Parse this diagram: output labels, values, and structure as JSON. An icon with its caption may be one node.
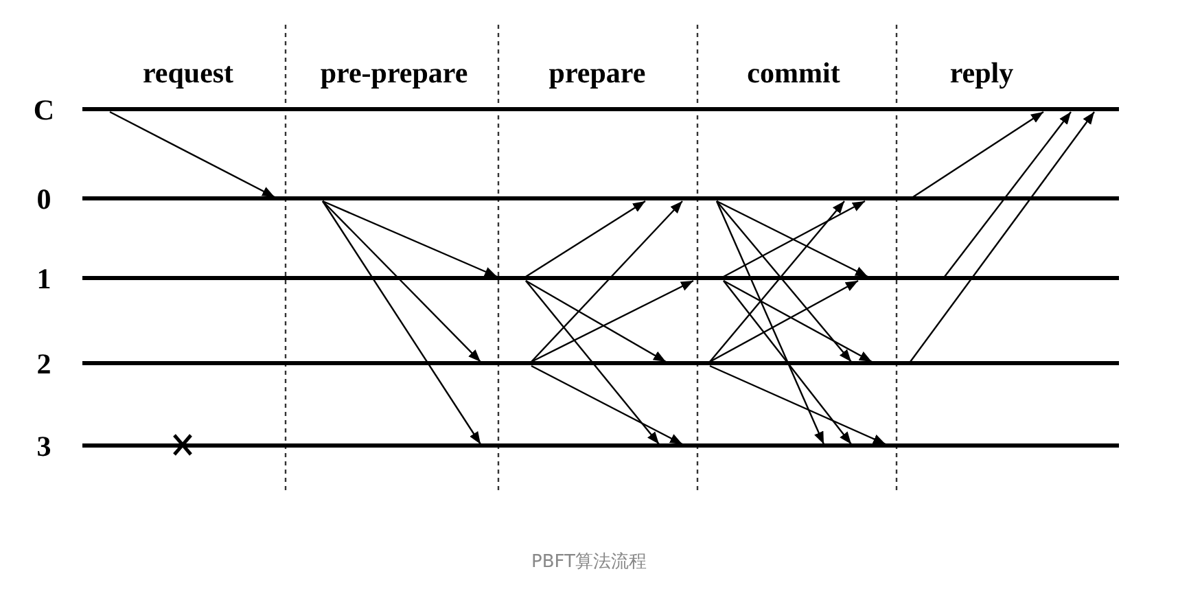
{
  "diagram": {
    "caption": "PBFT算法流程",
    "nodes": [
      {
        "text": [
          "C"
        ]
      },
      {
        "text": [
          "0"
        ]
      },
      {
        "text": [
          "1"
        ]
      },
      {
        "text": [
          "2"
        ]
      },
      {
        "text": [
          "3"
        ]
      }
    ],
    "edges": [
      {
        "from": 0,
        "to": 1,
        "arrow": "to"
      },
      {
        "from": 1,
        "to": 2,
        "arrow": "to"
      },
      {
        "from": 1,
        "to": 3,
        "arrow": "to"
      },
      {
        "from": 1,
        "to": 4,
        "arrow": "to"
      },
      {
        "from": 2,
        "to": 1,
        "arrow": "to"
      },
      {
        "from": 2,
        "to": 3,
        "arrow": "to"
      },
      {
        "from": 2,
        "to": 4,
        "arrow": "to"
      },
      {
        "from": 3,
        "to": 1,
        "arrow": "to"
      },
      {
        "from": 3,
        "to": 2,
        "arrow": "to"
      },
      {
        "from": 3,
        "to": 4,
        "arrow": "to"
      },
      {
        "from": 1,
        "to": 2,
        "arrow": "to"
      },
      {
        "from": 1,
        "to": 3,
        "arrow": "to"
      },
      {
        "from": 1,
        "to": 4,
        "arrow": "to"
      },
      {
        "from": 2,
        "to": 1,
        "arrow": "to"
      },
      {
        "from": 2,
        "to": 3,
        "arrow": "to"
      },
      {
        "from": 2,
        "to": 4,
        "arrow": "to"
      },
      {
        "from": 3,
        "to": 1,
        "arrow": "to"
      },
      {
        "from": 3,
        "to": 2,
        "arrow": "to"
      },
      {
        "from": 3,
        "to": 4,
        "arrow": "to"
      },
      {
        "from": 1,
        "to": 0,
        "arrow": "to"
      },
      {
        "from": 2,
        "to": 0,
        "arrow": "to"
      },
      {
        "from": 3,
        "to": 0,
        "arrow": "to"
      }
    ],
    "labels": [
      "request",
      "pre-prepare",
      "prepare",
      "commit",
      "reply"
    ]
  }
}
